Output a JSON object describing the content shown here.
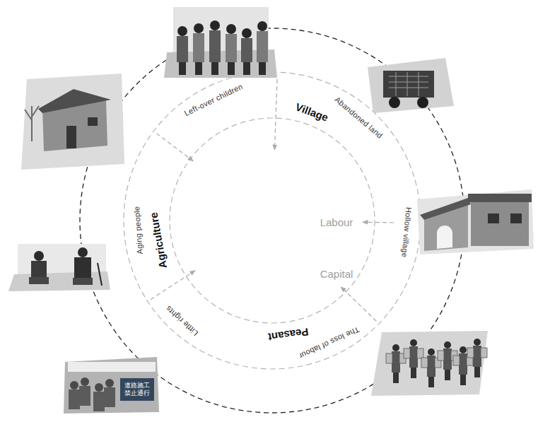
{
  "diagram": {
    "labels": [
      "Left-over children",
      "Abandoned land",
      "Village",
      "Hollow village",
      "Labour",
      "Capital",
      "The loss of labour",
      "Peasant",
      "道路施工 禁止通行",
      "Little rights",
      "Aging people",
      "Agriculture"
    ]
  }
}
